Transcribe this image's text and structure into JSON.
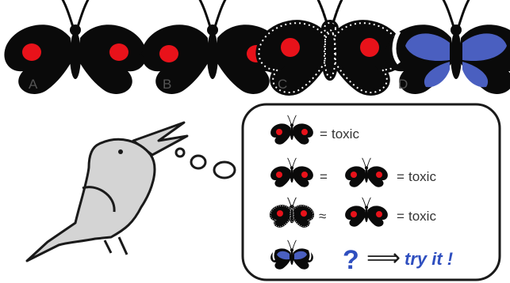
{
  "butterflies": {
    "a": {
      "label": "A",
      "pattern": "red-spots"
    },
    "b": {
      "label": "B",
      "pattern": "red-spots-scalloped"
    },
    "c": {
      "label": "C",
      "pattern": "red-spots-dotted-border"
    },
    "d": {
      "label": "D",
      "pattern": "blue-with-white-bands"
    }
  },
  "legend": {
    "row1": {
      "equals": "=",
      "result": "toxic"
    },
    "row2": {
      "equals": "=",
      "equals2": "=",
      "result": "toxic"
    },
    "row3": {
      "approx": "≈",
      "equals": "=",
      "result": "toxic"
    },
    "row4": {
      "question": "?",
      "arrow": "⟹",
      "action": "try it !"
    }
  },
  "colors": {
    "wing": "#0a0a0a",
    "spot": "#e8121a",
    "blue": "#4a5fc0",
    "bird": "#d4d4d4",
    "text_blue": "#2f4fbf"
  }
}
